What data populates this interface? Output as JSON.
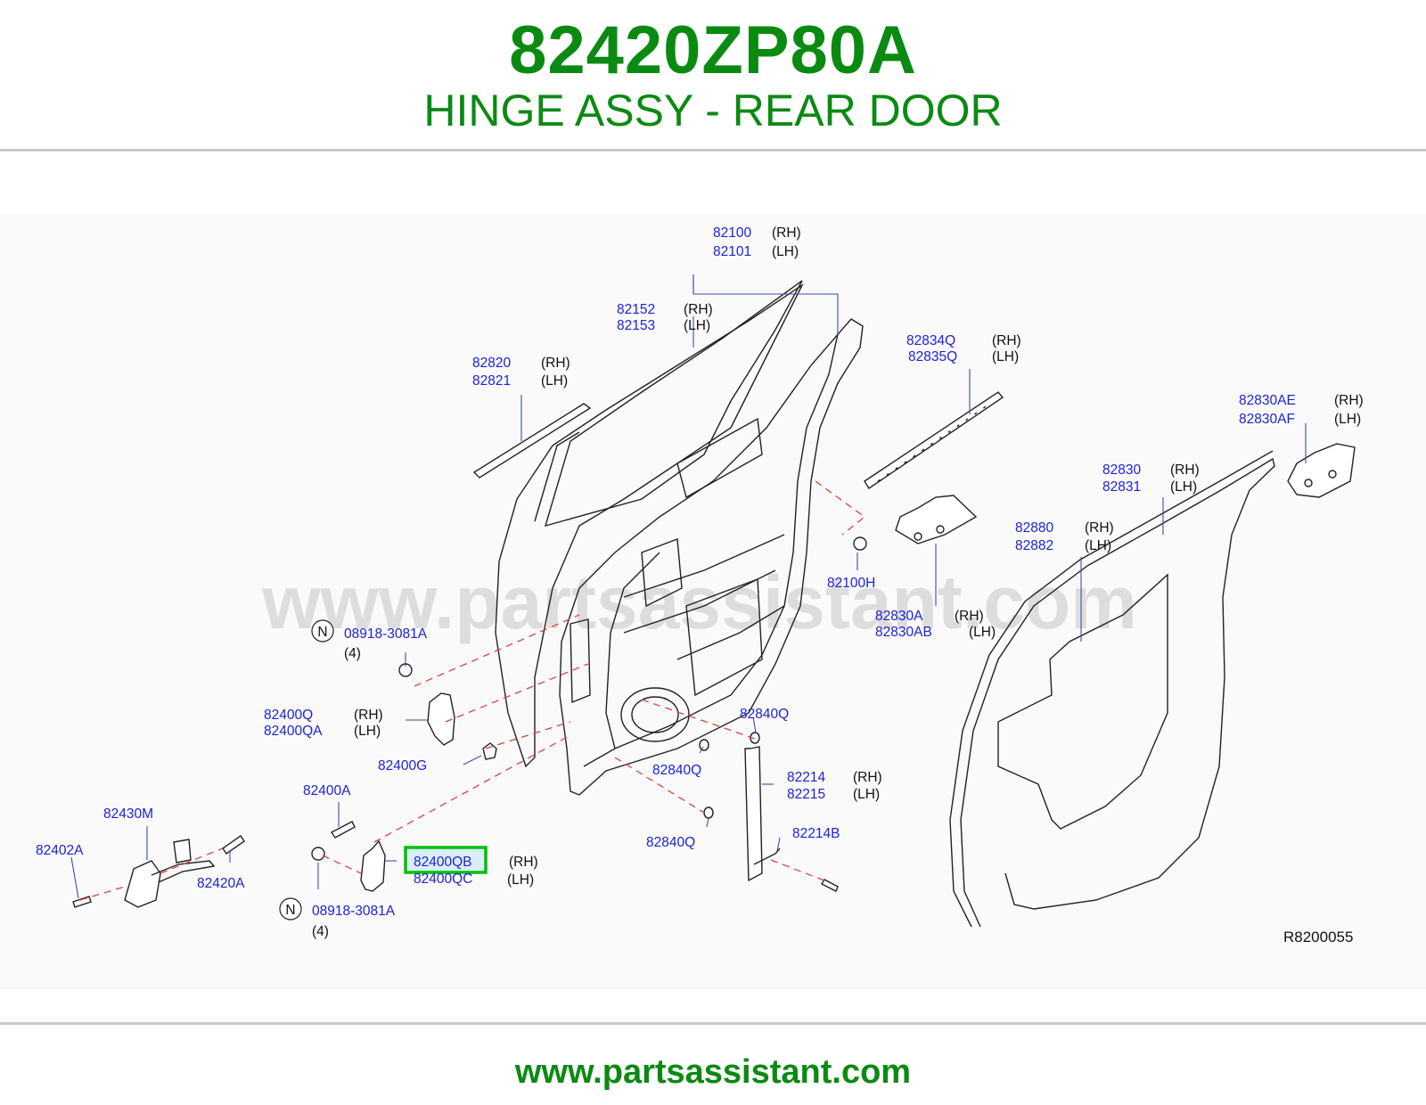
{
  "header": {
    "part_number": "82420ZP80A",
    "part_description": "HINGE ASSY - REAR DOOR"
  },
  "diagram": {
    "watermark": "www.partsassistant.com",
    "reference_code": "R8200055",
    "highlight_color": "#00c000",
    "callouts": {
      "c82100": {
        "part": "82100",
        "side": "(RH)"
      },
      "c82101": {
        "part": "82101",
        "side": "(LH)"
      },
      "c82152": {
        "part": "82152",
        "side": "(RH)"
      },
      "c82153": {
        "part": "82153",
        "side": "(LH)"
      },
      "c82820": {
        "part": "82820",
        "side": "(RH)"
      },
      "c82821": {
        "part": "82821",
        "side": "(LH)"
      },
      "c82834Q": {
        "part": "82834Q",
        "side": "(RH)"
      },
      "c82835Q": {
        "part": "82835Q",
        "side": "(LH)"
      },
      "c82830AE": {
        "part": "82830AE",
        "side": "(RH)"
      },
      "c82830AF": {
        "part": "82830AF",
        "side": "(LH)"
      },
      "c82830": {
        "part": "82830",
        "side": "(RH)"
      },
      "c82831": {
        "part": "82831",
        "side": "(LH)"
      },
      "c82880": {
        "part": "82880",
        "side": "(RH)"
      },
      "c82882": {
        "part": "82882",
        "side": "(LH)"
      },
      "c82100H": {
        "part": "82100H"
      },
      "c82830A": {
        "part": "82830A",
        "side": "(RH)"
      },
      "c82830AB": {
        "part": "82830AB",
        "side": "(LH)"
      },
      "cBoltTop": {
        "badge": "N",
        "part": "08918-3081A",
        "count": "(4)"
      },
      "c82400Q": {
        "part": "82400Q",
        "side": "(RH)"
      },
      "c82400QA": {
        "part": "82400QA",
        "side": "(LH)"
      },
      "c82400G": {
        "part": "82400G"
      },
      "c82840Q_a": {
        "part": "82840Q"
      },
      "c82840Q_b": {
        "part": "82840Q"
      },
      "c82840Q_c": {
        "part": "82840Q"
      },
      "c82214": {
        "part": "82214",
        "side": "(RH)"
      },
      "c82215": {
        "part": "82215",
        "side": "(LH)"
      },
      "c82214B": {
        "part": "82214B"
      },
      "c82400A": {
        "part": "82400A"
      },
      "c82430M": {
        "part": "82430M"
      },
      "c82402A": {
        "part": "82402A"
      },
      "c82420A": {
        "part": "82420A"
      },
      "c82400QB": {
        "part": "82400QB",
        "side": "(RH)"
      },
      "c82400QC": {
        "part": "82400QC",
        "side": "(LH)"
      },
      "cBoltBottom": {
        "badge": "N",
        "part": "08918-3081A",
        "count": "(4)"
      }
    }
  },
  "footer": {
    "site": "www.partsassistant.com"
  }
}
